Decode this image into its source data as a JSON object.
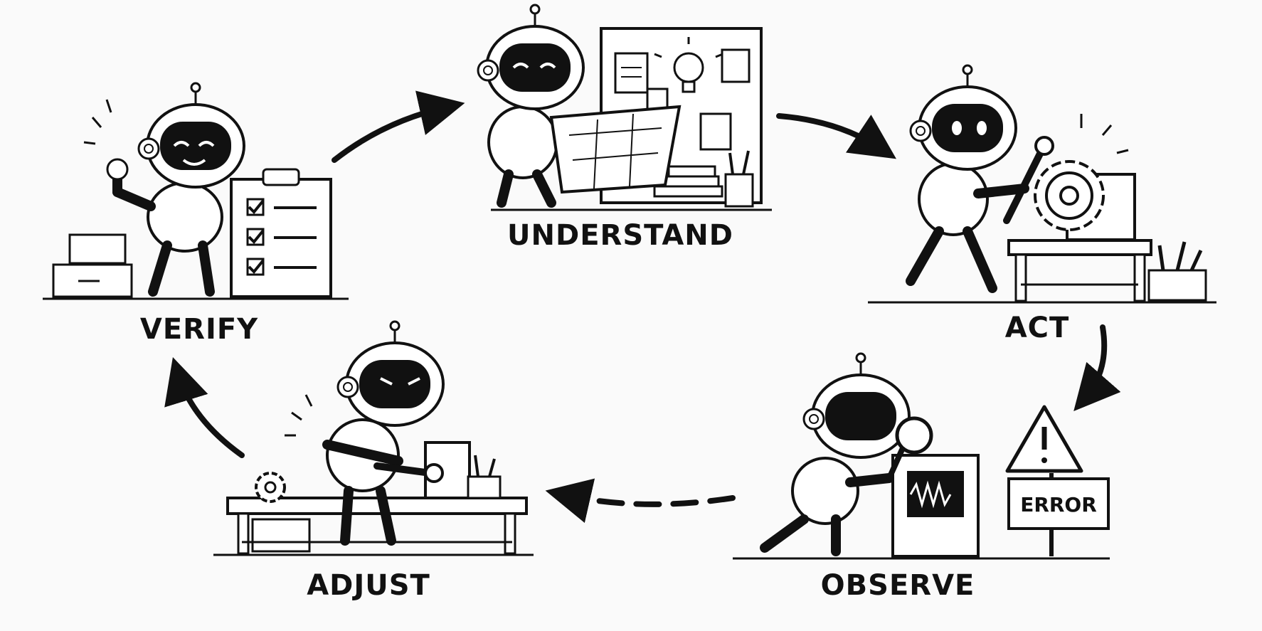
{
  "stages": {
    "understand": {
      "label": "UNDERSTAND"
    },
    "act": {
      "label": "ACT"
    },
    "observe": {
      "label": "OBSERVE"
    },
    "adjust": {
      "label": "ADJUST"
    },
    "verify": {
      "label": "VERIFY"
    }
  },
  "error_sign": {
    "text": "ERROR"
  },
  "colors": {
    "ink": "#111111",
    "background": "#fafafa",
    "paper": "#ffffff"
  }
}
